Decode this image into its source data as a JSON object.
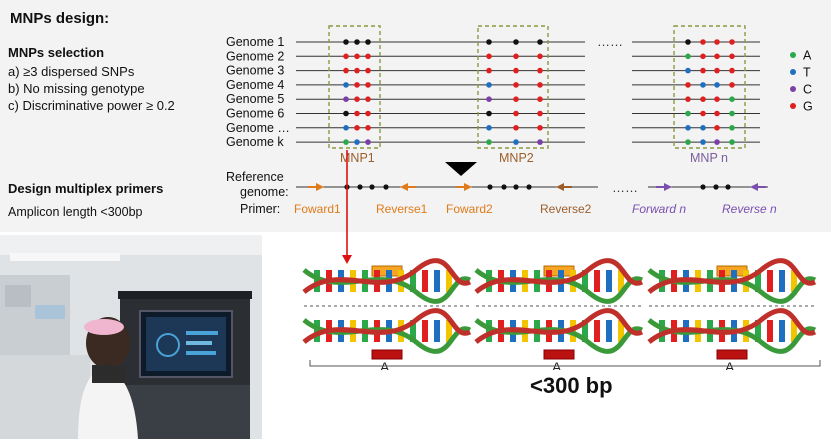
{
  "title": "MNPs design:",
  "selection": {
    "heading": "MNPs selection",
    "criteria": [
      "a)  ≥3 dispersed SNPs",
      "b)  No missing genotype",
      "c)  Discriminative power ≥ 0.2"
    ]
  },
  "primers": {
    "heading": "Design multiplex primers",
    "amplicon": "Amplicon length <300bp"
  },
  "genomes": [
    "Genome 1",
    "Genome 2",
    "Genome 3",
    "Genome 4",
    "Genome 5",
    "Genome 6",
    "Genome …",
    "Genome k"
  ],
  "ellipsis": "……",
  "regions": [
    "MNP1",
    "MNP2",
    "MNP n"
  ],
  "region_color": "#9c5f2c",
  "region_n_color": "#7a5d9e",
  "box_color": "#8a9a3e",
  "reference_label": [
    "Reference",
    "genome:",
    "Primer:"
  ],
  "primer_labels": [
    {
      "text": "Foward1",
      "color": "#e07a1a"
    },
    {
      "text": "Reverse1",
      "color": "#e07a1a"
    },
    {
      "text": "Foward2",
      "color": "#e07a1a"
    },
    {
      "text": "Reverse2",
      "color": "#9c5f2c"
    },
    {
      "text": "Forward n",
      "color": "#7a4fb0"
    },
    {
      "text": "Reverse n",
      "color": "#7a4fb0"
    }
  ],
  "legend": [
    {
      "label": "A",
      "color": "#2aa84a"
    },
    {
      "label": "T",
      "color": "#1f6fc0"
    },
    {
      "label": "C",
      "color": "#7b3fa8"
    },
    {
      "label": "G",
      "color": "#e02020"
    }
  ],
  "snp_rows": [
    [
      [
        "k",
        "k",
        "k"
      ],
      [
        "k",
        "k",
        "k"
      ],
      [
        "k",
        "r",
        "r",
        "r"
      ]
    ],
    [
      [
        "r",
        "r",
        "r"
      ],
      [
        "r",
        "r",
        "r"
      ],
      [
        "g",
        "r",
        "r",
        "r"
      ]
    ],
    [
      [
        "r",
        "r",
        "r"
      ],
      [
        "r",
        "r",
        "r"
      ],
      [
        "b",
        "r",
        "r",
        "r"
      ]
    ],
    [
      [
        "b",
        "r",
        "r"
      ],
      [
        "b",
        "r",
        "r"
      ],
      [
        "r",
        "b",
        "b",
        "r"
      ]
    ],
    [
      [
        "p",
        "r",
        "r"
      ],
      [
        "p",
        "r",
        "r"
      ],
      [
        "r",
        "r",
        "r",
        "g"
      ]
    ],
    [
      [
        "k",
        "r",
        "r"
      ],
      [
        "k",
        "r",
        "r"
      ],
      [
        "g",
        "r",
        "r",
        "g"
      ]
    ],
    [
      [
        "b",
        "r",
        "r"
      ],
      [
        "b",
        "r",
        "r"
      ],
      [
        "b",
        "b",
        "r",
        "g"
      ]
    ],
    [
      [
        "g",
        "b",
        "p"
      ],
      [
        "g",
        "b",
        "p"
      ],
      [
        "g",
        "b",
        "p",
        "g"
      ]
    ]
  ],
  "amplicon_letter": "A",
  "bp_label": "<300 bp"
}
